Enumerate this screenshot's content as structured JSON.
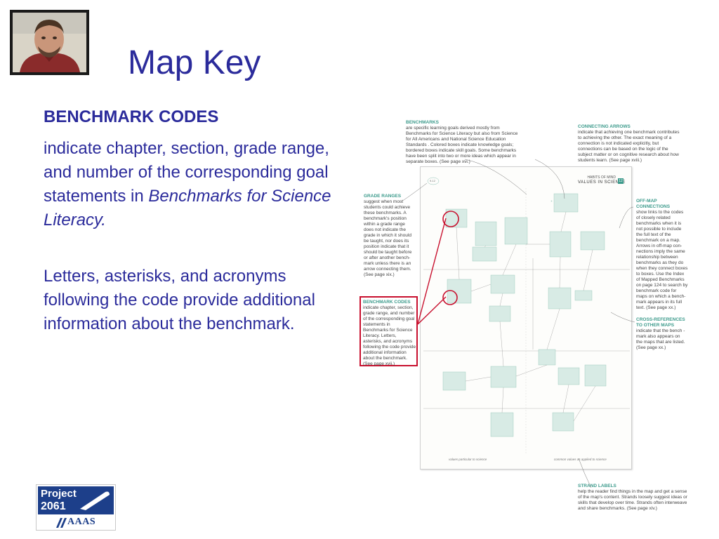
{
  "slide": {
    "title": "Map Key"
  },
  "photo": {
    "icon": "presenter-photo"
  },
  "content": {
    "heading": "BENCHMARK CODES",
    "para1_text": "indicate chapter, section, grade range, and number of the corresponding goal statements in ",
    "para1_italic": "Benchmarks for Science Literacy.",
    "para2": "Letters, asterisks, and acronyms following the code provide additional information about the benchmark."
  },
  "logo": {
    "line1": "Project",
    "line2": "2061",
    "org": "AAAS"
  },
  "figure": {
    "benchmarks_title": "BENCHMARKS",
    "benchmarks_text": "are specific learning goals derived mostly from  Benchmarks for Science Literacy  but also from  Science for All Americans and National Science Education Standards . Colored boxes indicate knowledge goals; bordered boxes indicate skill goals. Some benchmarks have been split into two or more ideas which appear in separate boxes. (See page   xvi.)",
    "connecting_title": "CONNECTING ARROWS",
    "connecting_text": "indicate that achieving one benchmark contributes to achieving the other. The exact meaning of a connection is not indicated explicitly, but connections can be based on the logic of the subject matter or on cognitive research about how students learn. (See page   xviii.)",
    "grade_title": "GRADE RANGES",
    "grade_text": "suggest when most students could achieve these benchmarks. A benchmark's position within a grade range does not indicate the grade in which it should be taught, nor does its position indicate that it should be taught before or after another bench- mark unless there is an arrow connecting them. (See page  xix.)",
    "offmap_title": "OFF-MAP CONNECTIONS",
    "offmap_text": "show links to the codes of closely related benchmarks when it is not possible to include the full text of the benchmark on a map. Arrows in off-map con- nections imply the same relationship between benchmarks as they do when they connect boxes to boxes. Use the Index of Mapped Benchmarks on page 124 to search by benchmark code for maps on which a bench- mark appears in its full text. (See page  xx.)",
    "bc_title": "BENCHMARK CODES",
    "bc_text": "indicate chapter, section, grade range, and number of the corresponding goal statements in  Benchmarks for Science Literacy.  Letters, asterisks, and acronyms following the code provide additional information about the benchmark. (See page  xvii.)",
    "cross_title": "CROSS-REFERENCES TO OTHER MAPS",
    "cross_text": "indicate that the bench - mark also appears on the maps that are listed. (See page  xx.)",
    "strand_title": "STRAND LABELS",
    "strand_text": "help the reader find things in the map and get a sense of the map's content. Strands loosely suggest ideas or skills that develop over time. Strands often interweave and share benchmarks. (See page   xiv.)",
    "page_header": "HABITS OF MIND",
    "page_subtitle": "VALUES IN SCIENCE",
    "page_number": "12",
    "strand_left": "values particular to science",
    "strand_right": "common values as applied to science",
    "grade_marker": "9-12",
    "accent_color": "#3d9b8c",
    "highlight_color": "#c8102e"
  }
}
